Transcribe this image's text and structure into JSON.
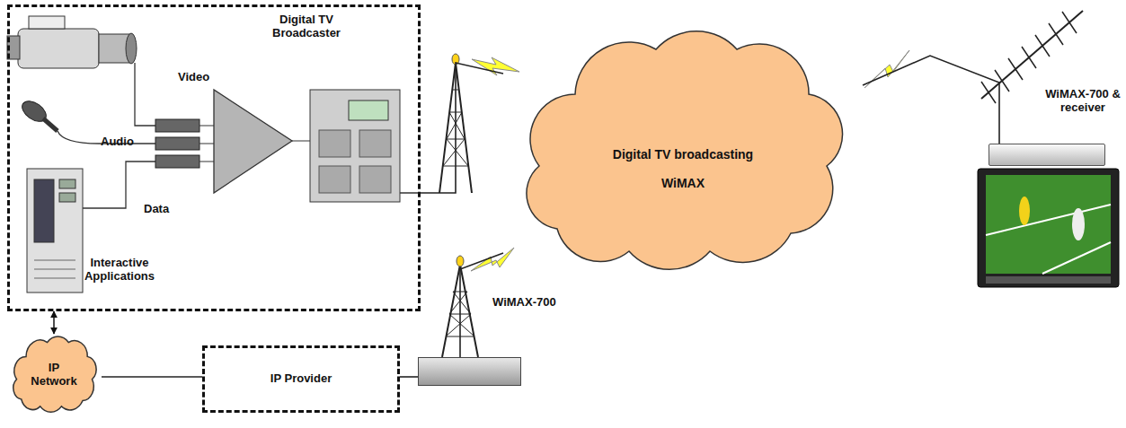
{
  "diagram": {
    "nodes": [
      {
        "text": [
          "Digital TV Broadcaster"
        ]
      },
      {
        "text": [
          "Digital TV broadcasting",
          "WiMAX"
        ]
      },
      {
        "text": [
          "WiMAX-700 & receiver"
        ]
      },
      {
        "text": [
          "IP Network"
        ]
      },
      {
        "text": [
          "IP Provider"
        ]
      },
      {
        "text": [
          "WiMAX-700"
        ]
      }
    ],
    "edges": [
      {
        "from": 0,
        "to": 1,
        "arrow": "none"
      },
      {
        "from": 1,
        "to": 2,
        "arrow": "none"
      },
      {
        "from": 5,
        "to": 1,
        "arrow": "none"
      },
      {
        "from": 3,
        "to": 0,
        "arrow": "both"
      },
      {
        "from": 3,
        "to": 4,
        "arrow": "none"
      },
      {
        "from": 4,
        "to": 5,
        "arrow": "none"
      }
    ],
    "labels": [
      "Video",
      "Audio",
      "Data",
      "Interactive Applications"
    ]
  }
}
